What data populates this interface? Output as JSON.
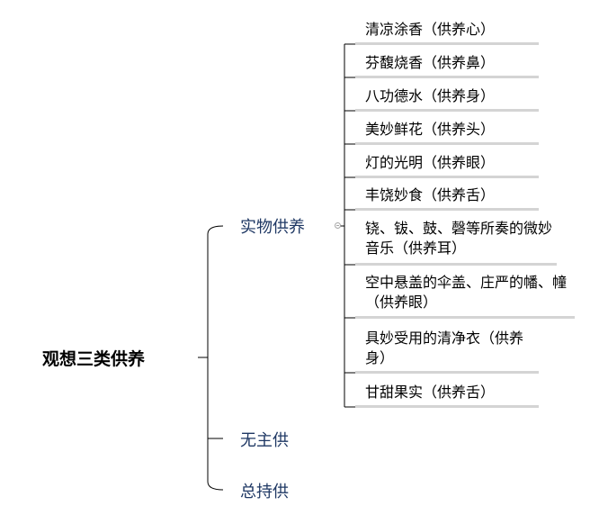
{
  "root": {
    "label": "观想三类供养"
  },
  "branches": [
    {
      "label": "实物供养",
      "children": [
        "清凉涂香（供养心）",
        "芬馥烧香（供养鼻）",
        "八功德水（供养身）",
        "美妙鲜花（供养头）",
        "灯的光明（供养眼）",
        "丰饶妙食（供养舌）",
        "铙、钹、鼓、磬等所奏的微妙音乐（供养耳）",
        "空中悬盖的伞盖、庄严的幡、幢（供养眼）",
        "具妙受用的清净衣（供养身）",
        "甘甜果实（供养舌）"
      ]
    },
    {
      "label": "无主供"
    },
    {
      "label": "总持供"
    }
  ],
  "colors": {
    "line": "#000000",
    "branch_text": "#1f3864",
    "underline": "#d4d4d4"
  }
}
